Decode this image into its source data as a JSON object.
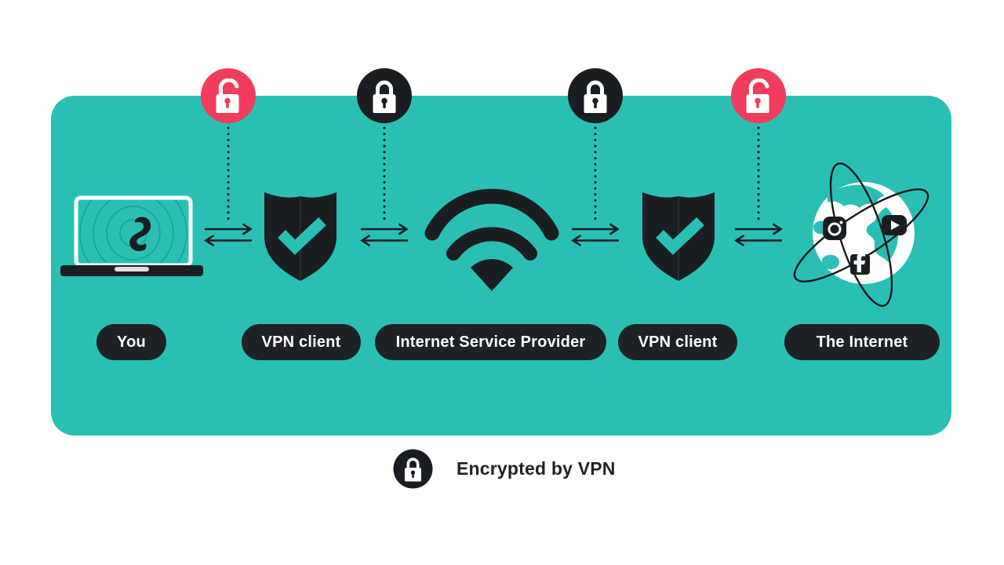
{
  "nodes": [
    {
      "label": "You",
      "icon": "laptop-icon"
    },
    {
      "label": "VPN client",
      "icon": "shield-check-icon"
    },
    {
      "label": "Internet Service Provider",
      "icon": "wifi-icon"
    },
    {
      "label": "VPN client",
      "icon": "shield-check-icon"
    },
    {
      "label": "The Internet",
      "icon": "globe-social-icon"
    }
  ],
  "connections": [
    {
      "from": "You",
      "to": "VPN client",
      "encrypted": false,
      "lock_icon": "unlocked-padlock-icon",
      "lock_color": "#F13C5D"
    },
    {
      "from": "VPN client",
      "to": "Internet Service Provider",
      "encrypted": true,
      "lock_icon": "locked-padlock-icon",
      "lock_color": "#1A1E22"
    },
    {
      "from": "Internet Service Provider",
      "to": "VPN client",
      "encrypted": true,
      "lock_icon": "locked-padlock-icon",
      "lock_color": "#1A1E22"
    },
    {
      "from": "VPN client",
      "to": "The Internet",
      "encrypted": false,
      "lock_icon": "unlocked-padlock-icon",
      "lock_color": "#F13C5D"
    }
  ],
  "legend": {
    "label": "Encrypted by VPN",
    "icon": "locked-padlock-icon"
  },
  "colors": {
    "background": "#FFFFFF",
    "panel_teal": "#2ABFB5",
    "accent_pink": "#F13C5D",
    "dark": "#1A1E22",
    "pill_text": "#FFFFFF"
  }
}
